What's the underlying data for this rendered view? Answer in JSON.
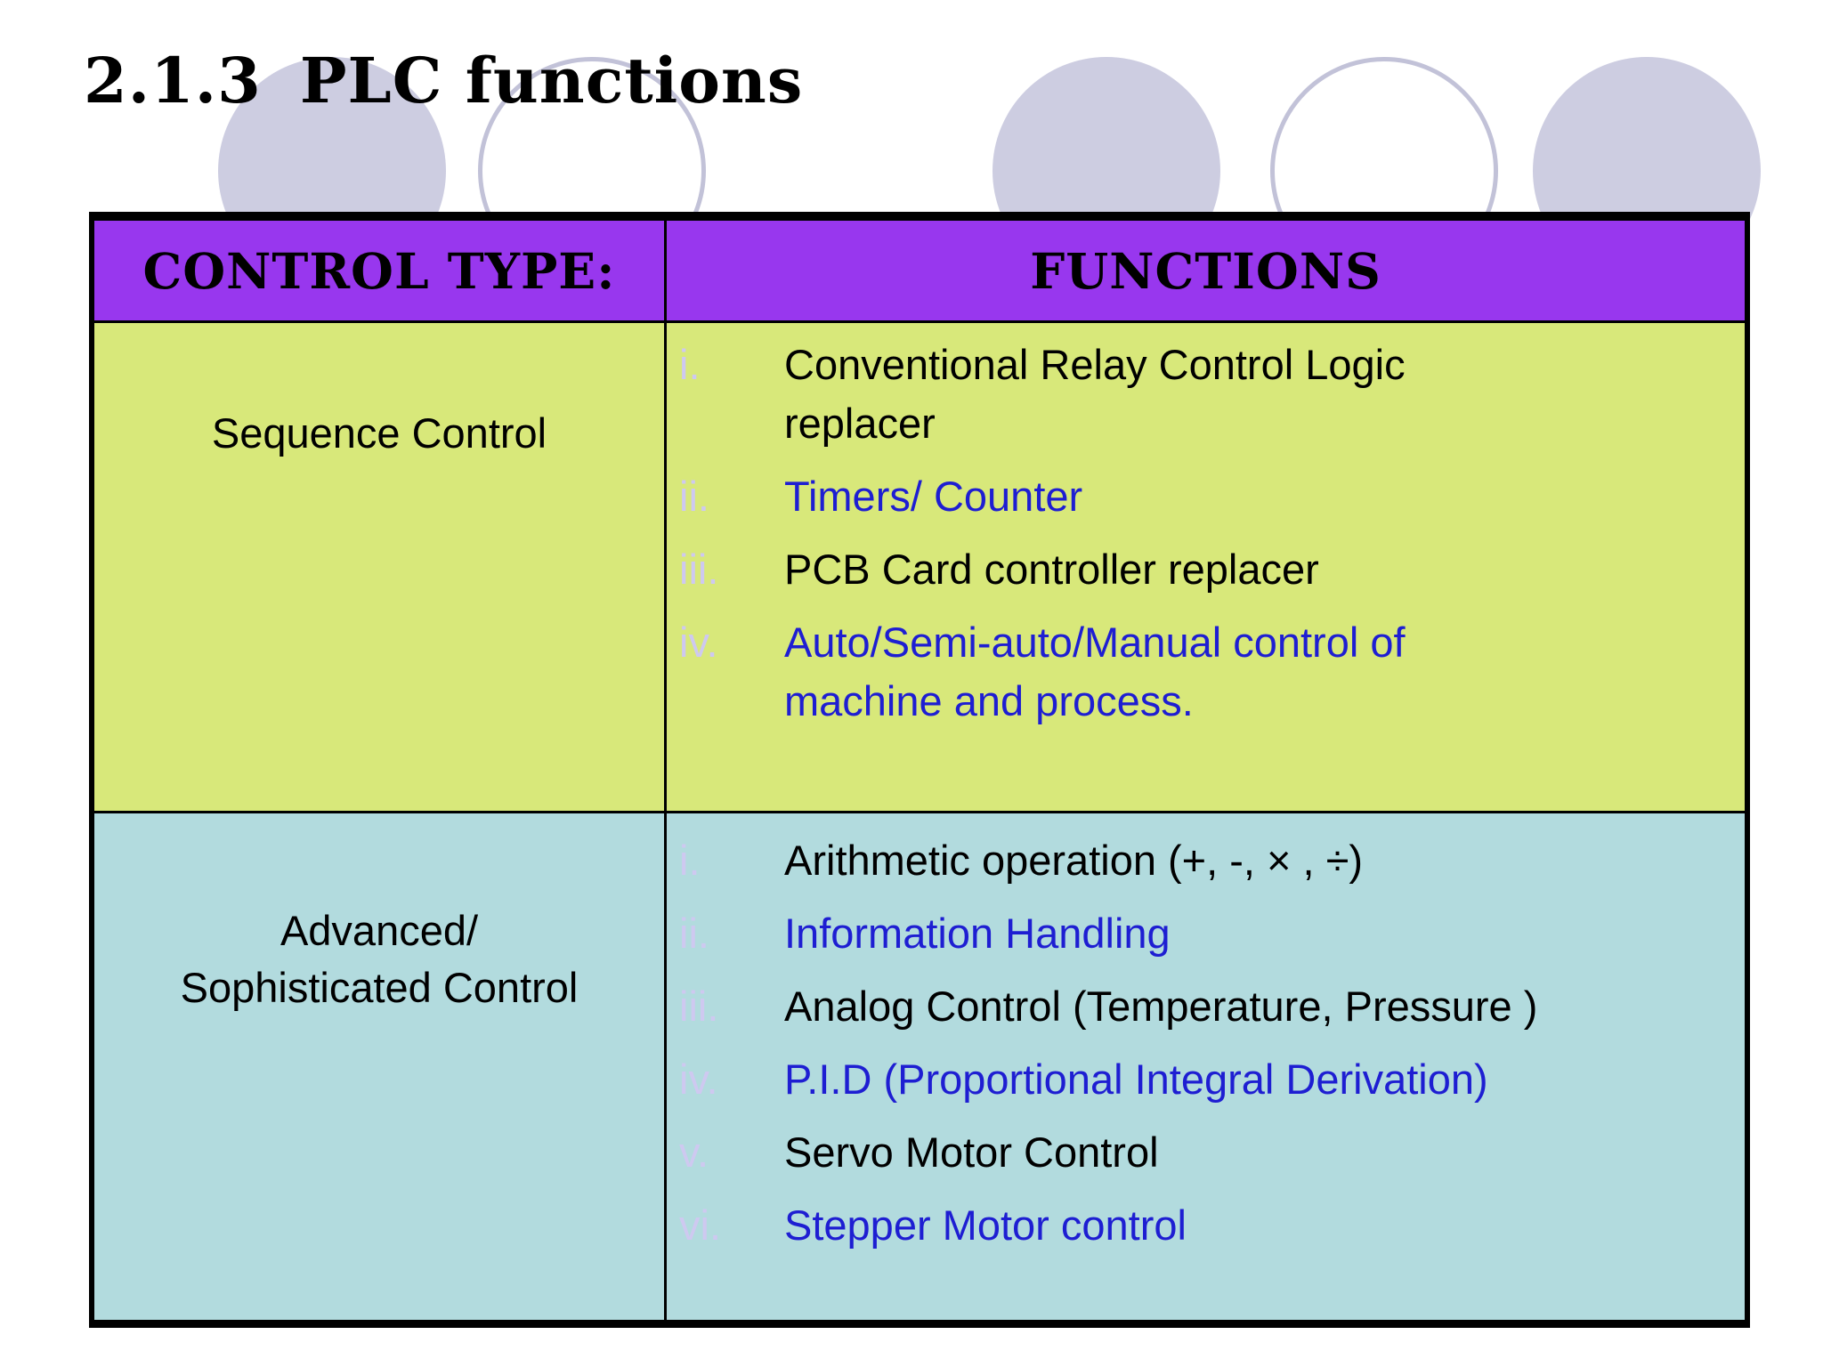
{
  "slide": {
    "title": {
      "number": "2.1.3",
      "text": "PLC functions"
    },
    "colors": {
      "header_bg": "#9837EE",
      "row1_bg": "#D8E87A",
      "row2_bg": "#B2DBDE",
      "numeral": "#CEC9F0",
      "text_black": "#000000",
      "text_blue": "#1E1ED2",
      "table_border": "#000000",
      "circle_fill": "#CDCDE1",
      "circle_outline": "#C2C2D8",
      "background": "#FFFFFF"
    }
  },
  "table": {
    "header": {
      "col1": "CONTROL TYPE:",
      "col2": "FUNCTIONS"
    },
    "rows": [
      {
        "bg": "#D8E87A",
        "control_type_lines": [
          "Sequence Control"
        ],
        "functions": [
          {
            "num": "i.",
            "color": "#000000",
            "lines": [
              "Conventional Relay Control Logic",
              "replacer"
            ]
          },
          {
            "num": "ii.",
            "color": "#1E1ED2",
            "lines": [
              "Timers/ Counter"
            ]
          },
          {
            "num": "iii.",
            "color": "#000000",
            "lines": [
              "PCB Card controller replacer"
            ]
          },
          {
            "num": "iv.",
            "color": "#1E1ED2",
            "lines": [
              "Auto/Semi-auto/Manual control of",
              "machine and process."
            ]
          }
        ]
      },
      {
        "bg": "#B2DBDE",
        "control_type_lines": [
          "Advanced/",
          "Sophisticated Control"
        ],
        "functions": [
          {
            "num": "i.",
            "color": "#000000",
            "lines": [
              "Arithmetic operation (+, -, × , ÷)"
            ]
          },
          {
            "num": "ii.",
            "color": "#1E1ED2",
            "lines": [
              "Information Handling"
            ]
          },
          {
            "num": "iii.",
            "color": "#000000",
            "lines": [
              "Analog Control (Temperature, Pressure )"
            ]
          },
          {
            "num": "iv.",
            "color": "#1E1ED2",
            "lines": [
              "P.I.D (Proportional Integral Derivation)"
            ]
          },
          {
            "num": "v.",
            "color": "#000000",
            "lines": [
              "Servo Motor Control"
            ]
          },
          {
            "num": "vi.",
            "color": "#1E1ED2",
            "lines": [
              "Stepper Motor control"
            ]
          }
        ]
      }
    ]
  }
}
